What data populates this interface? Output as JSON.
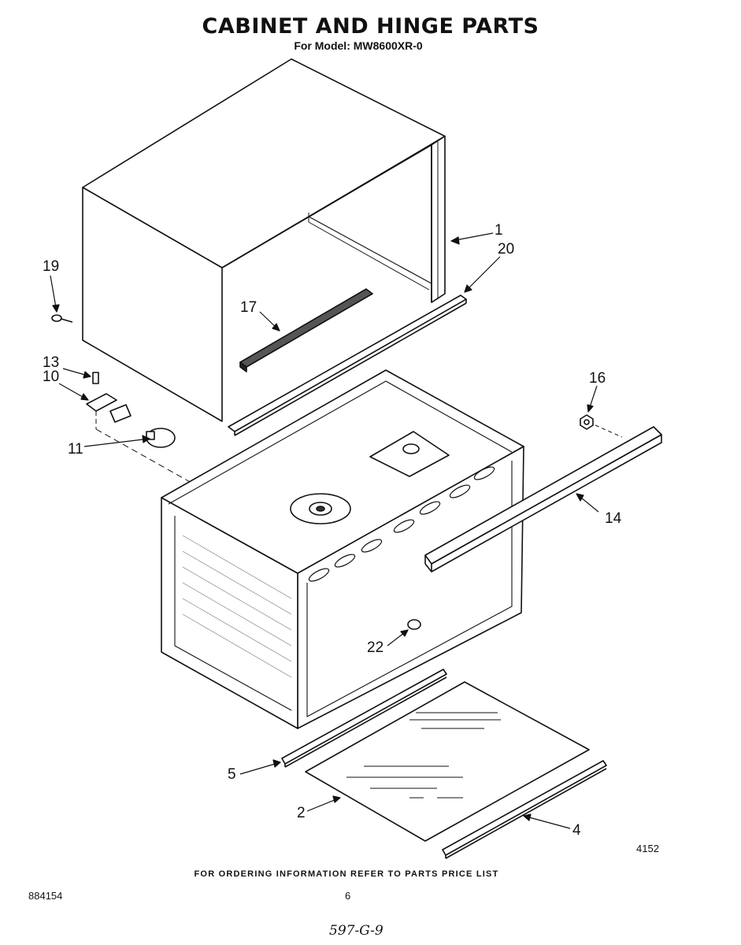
{
  "title": "CABINET AND HINGE PARTS",
  "subtitle": "For Model: MW8600XR-0",
  "callouts": [
    "1",
    "20",
    "19",
    "17",
    "13",
    "10",
    "11",
    "16",
    "14",
    "22",
    "5",
    "2",
    "4"
  ],
  "figure_number": "4152",
  "footer_note": "FOR ORDERING INFORMATION REFER TO PARTS PRICE LIST",
  "doc_number": "884154",
  "page_number": "6",
  "handwritten_date": "597-G-9"
}
